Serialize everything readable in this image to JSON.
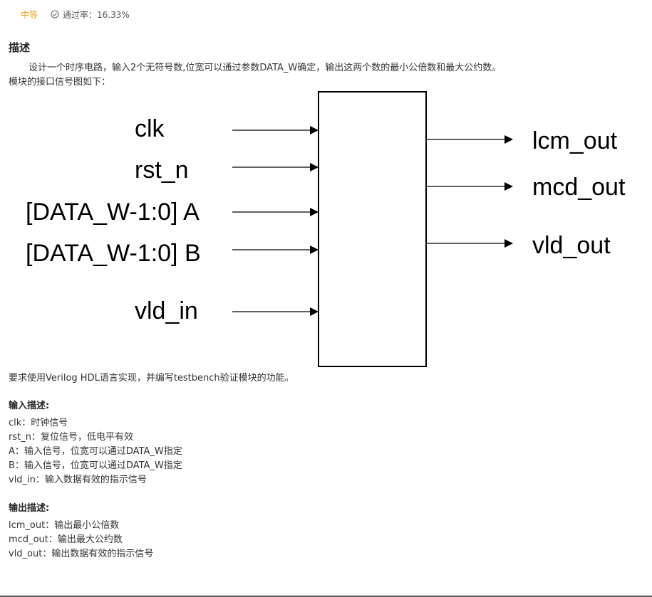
{
  "header": {
    "difficulty": "中等",
    "pass_rate": "通过率：16.33%"
  },
  "description": {
    "title": "描述",
    "line1": "设计一个时序电路，输入2个无符号数,位宽可以通过参数DATA_W确定，输出这两个数的最小公倍数和最大公约数。",
    "line2": "模块的接口信号图如下："
  },
  "diagram": {
    "inputs": [
      "clk",
      "rst_n",
      "[DATA_W-1:0] A",
      "[DATA_W-1:0] B",
      "vld_in"
    ],
    "outputs": [
      "lcm_out",
      "mcd_out",
      "vld_out"
    ]
  },
  "requirement": "要求使用Verilog HDL语言实现，并编写testbench验证模块的功能。",
  "input_desc": {
    "title": "输入描述:",
    "items": [
      "clk：时钟信号",
      "rst_n：复位信号，低电平有效",
      "A：输入信号，位宽可以通过DATA_W指定",
      "B：输入信号，位宽可以通过DATA_W指定",
      "vld_in：输入数据有效的指示信号"
    ]
  },
  "output_desc": {
    "title": "输出描述:",
    "items": [
      "lcm_out：输出最小公倍数",
      "mcd_out：输出最大公约数",
      "vld_out：输出数据有效的指示信号"
    ]
  }
}
